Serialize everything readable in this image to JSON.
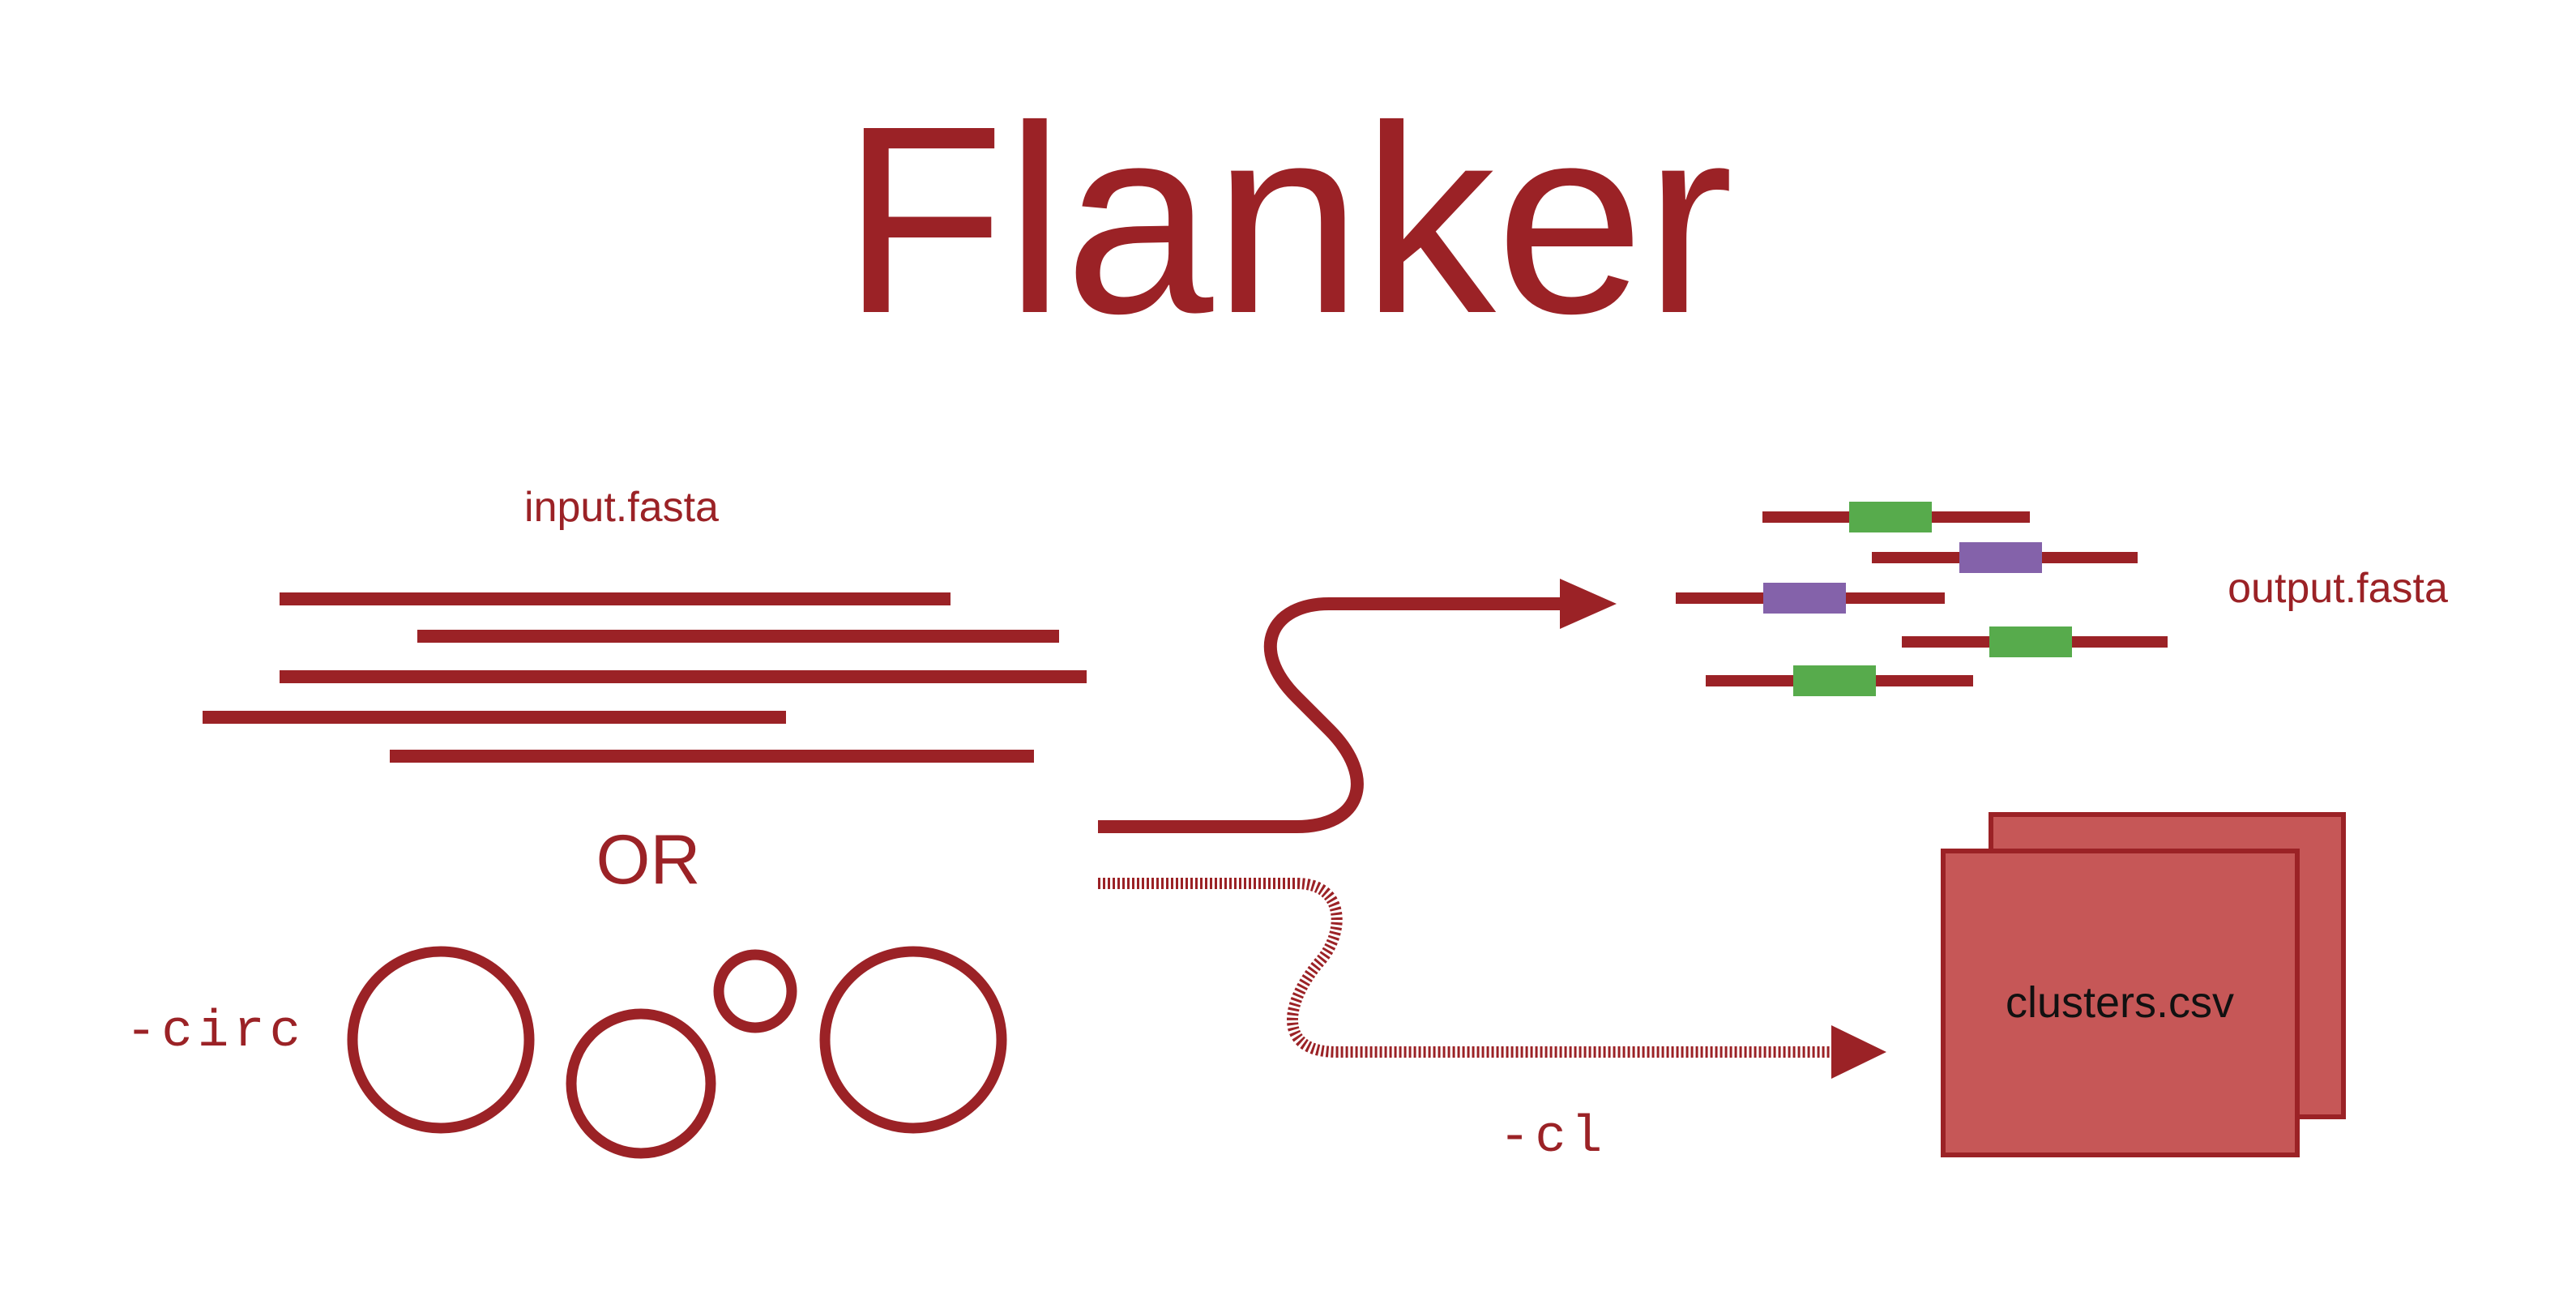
{
  "title": "Flanker",
  "labels": {
    "input": "input.fasta",
    "or": "OR",
    "circ_flag": "-circ",
    "output": "output.fasta",
    "cl_flag": "-cl",
    "clusters": "clusters.csv"
  },
  "colors": {
    "primary": "#9b2226",
    "gene_green": "#57ab4c",
    "gene_purple": "#8462aa",
    "file_fill": "#c65757",
    "file_text": "#111111"
  }
}
